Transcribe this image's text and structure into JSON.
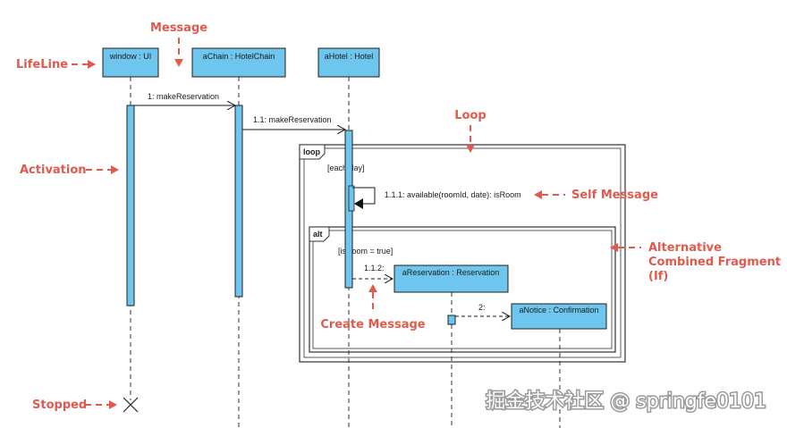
{
  "participants": {
    "window": "window : UI",
    "chain": "aChain : HotelChain",
    "hotel": "aHotel : Hotel",
    "reservation": "aReservation : Reservation",
    "notice": "aNotice : Confirmation"
  },
  "messages": {
    "m1": "1: makeReservation",
    "m11": "1.1: makeReservation",
    "m111": "1.1.1: available(roomId, date): isRoom",
    "m112": "1.1.2:",
    "m2": "2:"
  },
  "frames": {
    "loop_tag": "loop",
    "loop_guard": "[each day]",
    "alt_tag": "alt",
    "alt_guard": "[isRoom = true]"
  },
  "annotations": {
    "message": "Message",
    "lifeline": "LifeLine",
    "activation": "Activation",
    "loop": "Loop",
    "self_message": "Self Message",
    "alt_line1": "Alternative",
    "alt_line2": "Combined Fragment",
    "alt_line3": "(If)",
    "create_message": "Create Message",
    "stopped": "Stopped"
  },
  "watermark": "掘金技术社区 @ springfe0101",
  "colors": {
    "box_fill": "#6ec6ee",
    "box_stroke": "#1f1f1f",
    "annotation": "#e05a4e",
    "frame_stroke": "#333333"
  }
}
